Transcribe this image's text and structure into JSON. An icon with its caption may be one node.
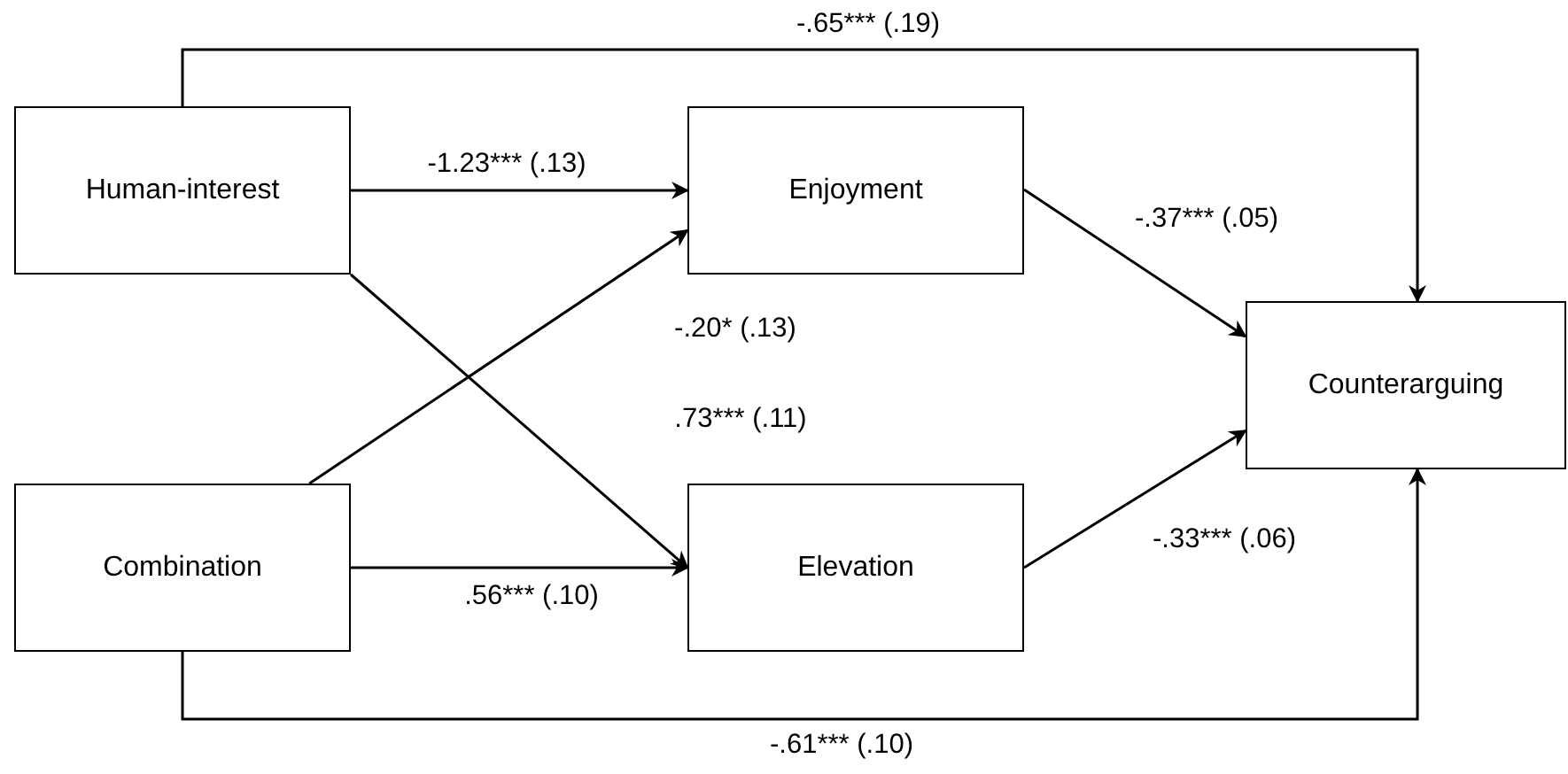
{
  "diagram": {
    "nodes": [
      {
        "text": [
          "Human-interest"
        ]
      },
      {
        "text": [
          "Enjoyment"
        ]
      },
      {
        "text": [
          "Counterarguing"
        ]
      },
      {
        "text": [
          "Combination"
        ]
      },
      {
        "text": [
          "Elevation"
        ]
      }
    ],
    "edges": [
      {
        "from": 0,
        "to": 1,
        "arrow": "to",
        "label": "-1.23*** (.13)"
      },
      {
        "from": 3,
        "to": 1,
        "arrow": "to",
        "label": "-.20* (.13)"
      },
      {
        "from": 0,
        "to": 4,
        "arrow": "to",
        "label": ".73*** (.11)"
      },
      {
        "from": 3,
        "to": 4,
        "arrow": "to",
        "label": ".56*** (.10)"
      },
      {
        "from": 1,
        "to": 2,
        "arrow": "to",
        "label": "-.37*** (.05)"
      },
      {
        "from": 4,
        "to": 2,
        "arrow": "to",
        "label": "-.33*** (.06)"
      },
      {
        "from": 0,
        "to": 2,
        "arrow": "to",
        "label": "-.65*** (.19)"
      },
      {
        "from": 3,
        "to": 2,
        "arrow": "to",
        "label": "-.61*** (.10)"
      }
    ]
  }
}
